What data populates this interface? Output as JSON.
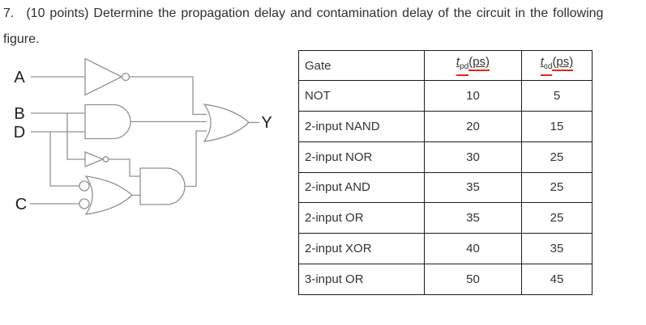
{
  "question": {
    "number": "7.",
    "line1": "(10 points) Determine the propagation delay and contamination delay of the circuit in the following",
    "line2": "figure."
  },
  "circuit": {
    "labels": {
      "a": "A",
      "b": "B",
      "d": "D",
      "c": "C",
      "y": "Y"
    },
    "gates": [
      "NOT",
      "2-input AND",
      "NOT",
      "2-input NOR (OR with inverted inputs)",
      "2-input AND",
      "3-input OR"
    ],
    "wire_color": "#919191",
    "label_color": "#1f1f1f"
  },
  "table": {
    "header": {
      "gate": "Gate",
      "t_symbol": "t",
      "tpd_sub": "pd",
      "tcd_sub": "cd",
      "ps_unit": "(ps)"
    },
    "rows": [
      {
        "gate": "NOT",
        "tpd": "10",
        "tcd": "5"
      },
      {
        "gate": "2-input NAND",
        "tpd": "20",
        "tcd": "15"
      },
      {
        "gate": "2-input NOR",
        "tpd": "30",
        "tcd": "25"
      },
      {
        "gate": "2-input AND",
        "tpd": "35",
        "tcd": "25"
      },
      {
        "gate": "2-input OR",
        "tpd": "35",
        "tcd": "25"
      },
      {
        "gate": "2-input XOR",
        "tpd": "40",
        "tcd": "35"
      },
      {
        "gate": "3-input OR",
        "tpd": "50",
        "tcd": "45"
      }
    ],
    "border_color": "#1c1c1c",
    "red_mark_color": "#e0261c"
  }
}
